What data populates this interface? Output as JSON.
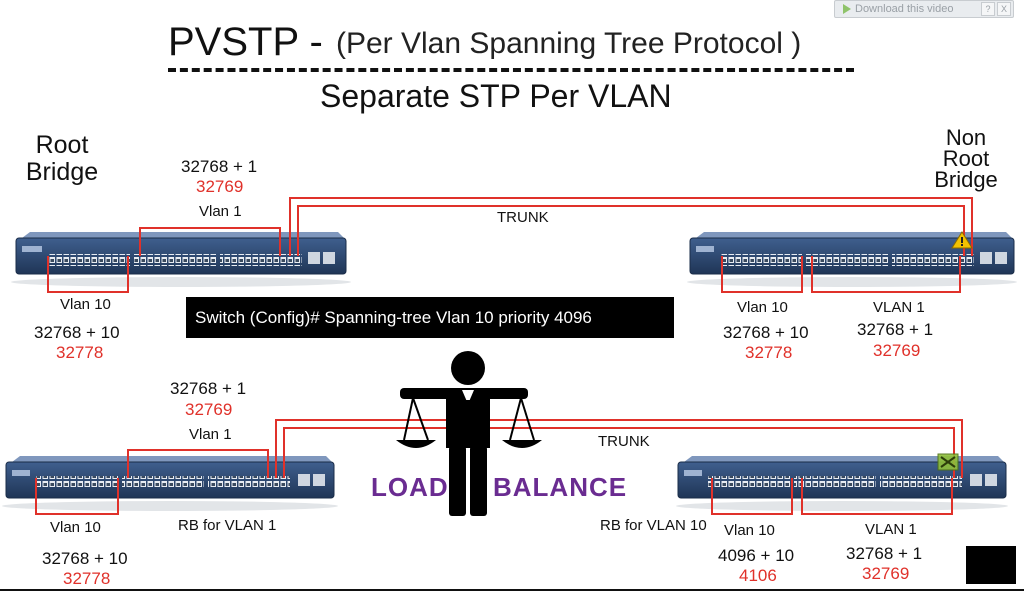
{
  "header": {
    "title_main": "PVSTP -",
    "title_sub": "(Per Vlan Spanning Tree Protocol )",
    "subtitle": "Separate STP Per VLAN"
  },
  "download_widget": {
    "label": "Download this video",
    "help": "?",
    "close": "X"
  },
  "top_left": {
    "role_line1": "Root",
    "role_line2": "Bridge",
    "vlan1_calc": "32768 + 1",
    "vlan1_result": "32769",
    "vlan1_label": "Vlan 1",
    "vlan10_label": "Vlan 10",
    "vlan10_calc": "32768 + 10",
    "vlan10_result": "32778"
  },
  "top_right": {
    "role_line1": "Non",
    "role_line2": "Root",
    "role_line3": "Bridge",
    "vlan10_label": "Vlan 10",
    "vlan10_calc": "32768 + 10",
    "vlan10_result": "32778",
    "vlan1_label": "VLAN 1",
    "vlan1_calc": "32768 + 1",
    "vlan1_result": "32769"
  },
  "trunk_top": "TRUNK",
  "command": "Switch (Config)# Spanning-tree Vlan 10 priority 4096",
  "bottom_left": {
    "vlan1_calc": "32768 + 1",
    "vlan1_result": "32769",
    "vlan1_label": "Vlan 1",
    "vlan10_label": "Vlan 10",
    "rb_label": "RB for VLAN 1",
    "vlan10_calc": "32768 + 10",
    "vlan10_result": "32778"
  },
  "trunk_bottom": "TRUNK",
  "load_balance": {
    "word1": "LOAD",
    "word2": "BALANCE"
  },
  "bottom_right": {
    "rb_label": "RB for VLAN 10",
    "vlan10_label": "Vlan 10",
    "vlan10_calc": "4096 + 10",
    "vlan10_result": "4106",
    "vlan1_label": "VLAN 1",
    "vlan1_calc": "32768 + 1",
    "vlan1_result": "32769"
  },
  "colors": {
    "highlight_red": "#e0312a",
    "switch_blue": "#3c5a86",
    "load_balance_purple": "#6a2c91",
    "warning_yellow": "#f2c200",
    "blocked_port_green": "#8fbf3a"
  },
  "icons": [
    "warning-icon",
    "blocked-port-icon",
    "balance-scale-person-icon",
    "play-icon"
  ]
}
